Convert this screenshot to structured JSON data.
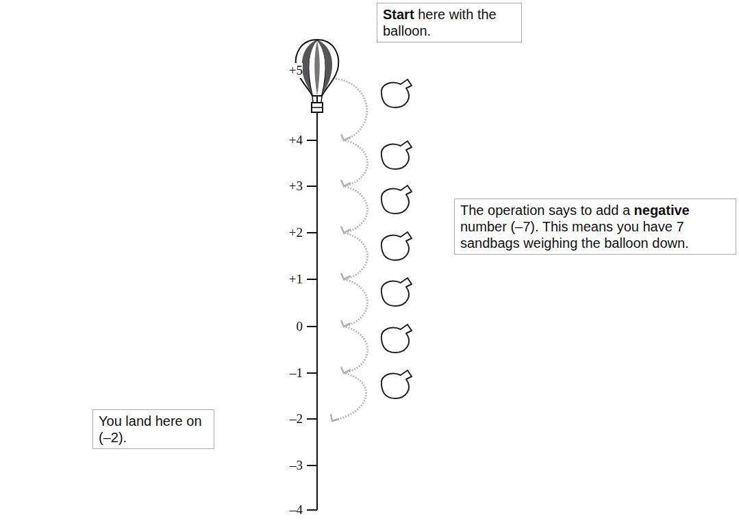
{
  "diagram": {
    "nodes": [
      {
        "text": [
          "Start here with the balloon."
        ]
      },
      {
        "text": [
          "The operation says to add a negative number (–7). This means you have 7 sandbags weighing the balloon down."
        ]
      },
      {
        "text": [
          "You land here on (–2)."
        ]
      }
    ],
    "labels": [
      "+5",
      "+4",
      "+3",
      "+2",
      "+1",
      "0",
      "–1",
      "–2",
      "–3",
      "–4"
    ]
  }
}
